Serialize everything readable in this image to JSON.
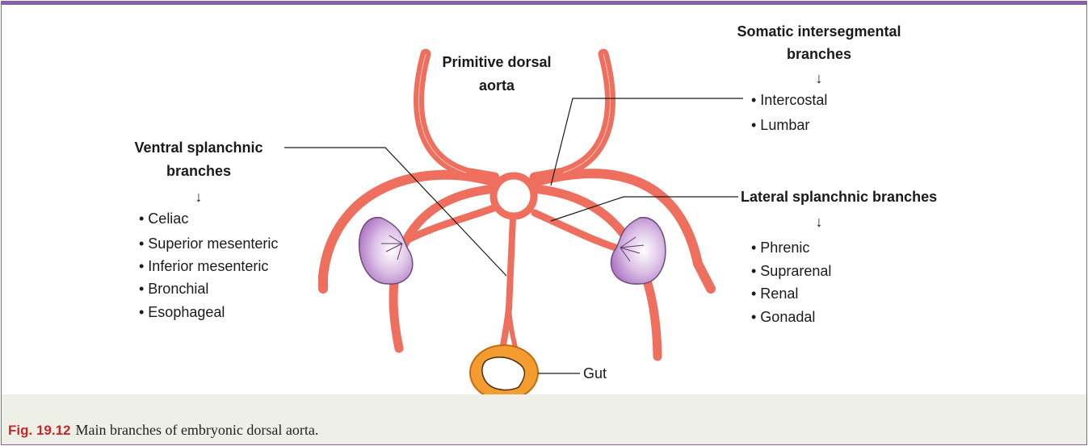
{
  "labels": {
    "primitive_line1": "Primitive dorsal",
    "primitive_line2": "aorta",
    "somatic_line1": "Somatic intersegmental",
    "somatic_line2": "branches",
    "ventral_line1": "Ventral splanchnic",
    "ventral_line2": "branches",
    "lateral": "Lateral splanchnic branches",
    "gut": "Gut"
  },
  "somatic_items": [
    "• Intercostal",
    "• Lumbar"
  ],
  "ventral_items": [
    "• Celiac",
    "• Superior mesenteric",
    "• Inferior mesenteric",
    "• Bronchial",
    "• Esophageal"
  ],
  "lateral_items": [
    "• Phrenic",
    "• Suprarenal",
    "• Renal",
    "• Gonadal"
  ],
  "arrow_glyph": "↓",
  "caption": {
    "number": "Fig. 19.12",
    "text": "Main branches of embryonic dorsal aorta."
  },
  "colors": {
    "frame": "#8b5fa8",
    "vessel": "#ef6f5e",
    "kidney": "#b98ad0",
    "gut_ring": "#f39c2f",
    "caption_bg": "#eef0e8",
    "fig_number": "#c62828"
  }
}
